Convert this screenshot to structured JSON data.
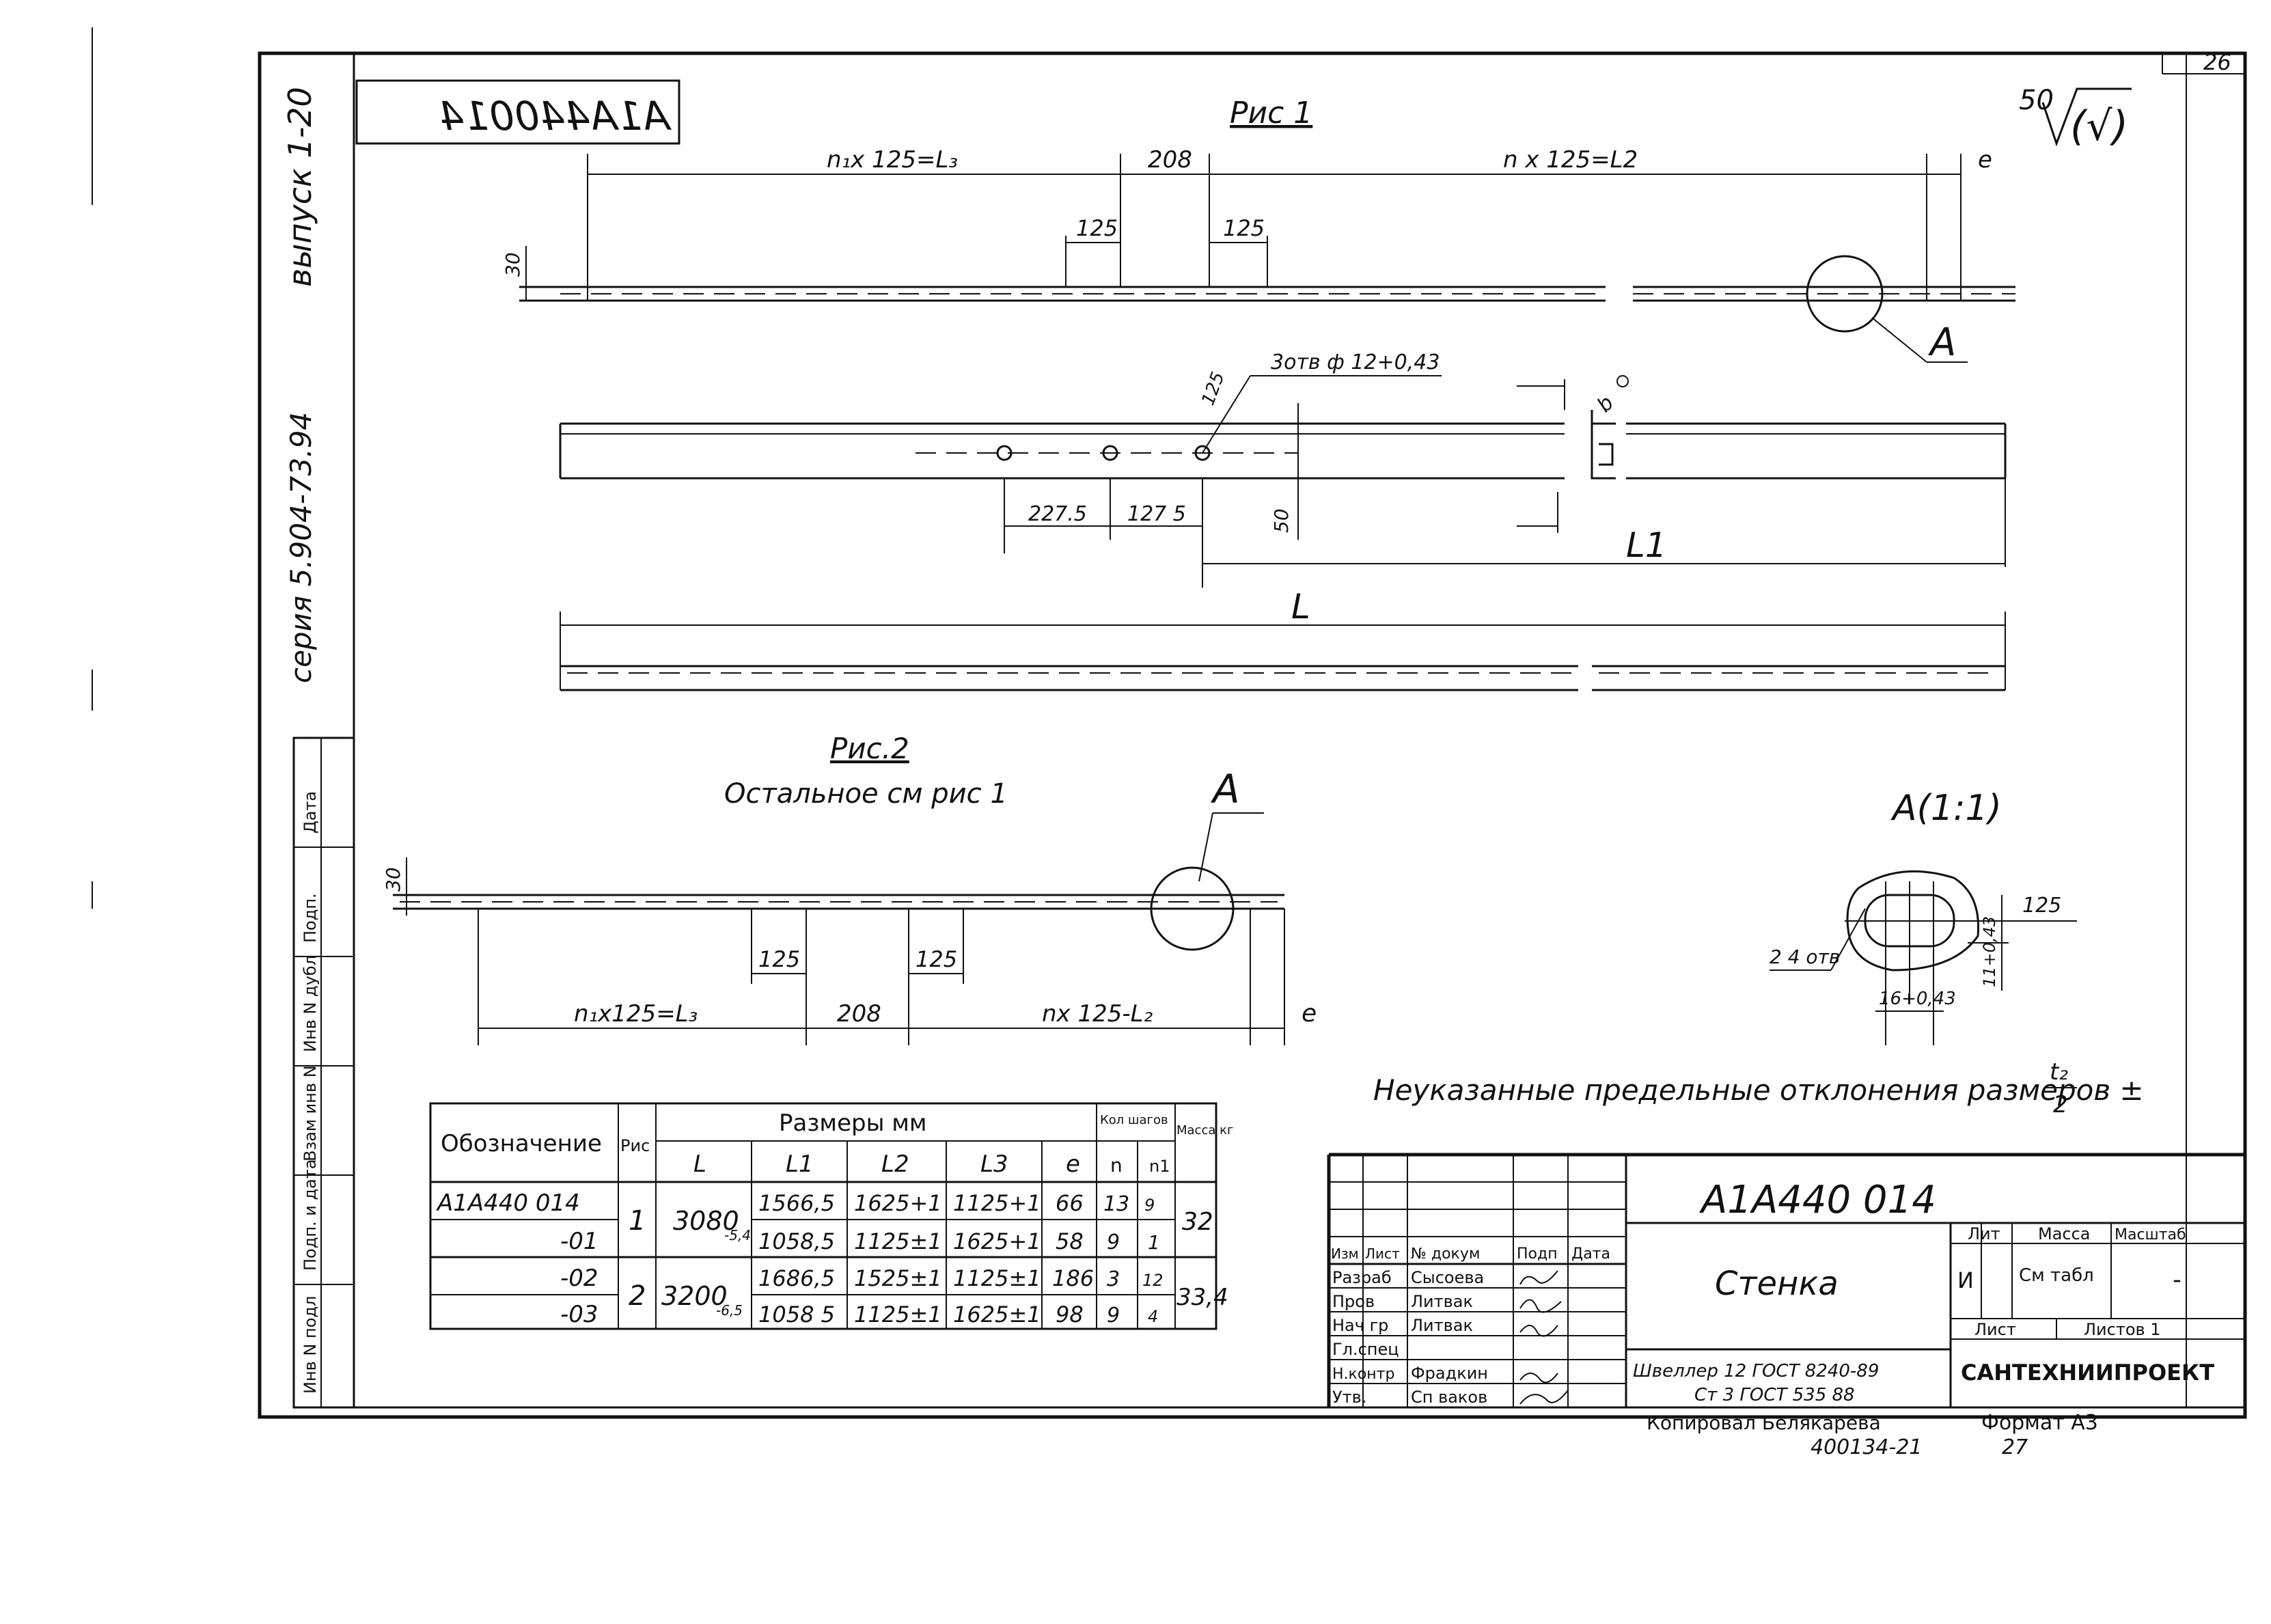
{
  "sheet_number": "26",
  "mirrored_stamp": "A1A440014",
  "roughness": {
    "value": "50",
    "extra": "(√)"
  },
  "side_margin": {
    "issue": "выпуск 1-20",
    "series": "серия 5.904-73.94",
    "fields": [
      "Инв N подл",
      "Подп. и дата",
      "Взам инв N",
      "Инв N дубл",
      "Подп.",
      "Дата"
    ]
  },
  "fig1": {
    "title": "Рис 1",
    "dims": {
      "n1_l3": "n₁x 125=L₃",
      "d208": "208",
      "n_l2": "n x 125=L2",
      "e": "e",
      "d125_a": "125",
      "d125_b": "125",
      "d30": "30",
      "holes": "3отв ф 12+0,43",
      "d125_c": "125",
      "d50": "50",
      "d2275": "227.5",
      "d1275": "127 5",
      "b": "b",
      "L1": "L1",
      "L": "L"
    },
    "callout": "A"
  },
  "fig2": {
    "title": "Рис.2",
    "subtitle": "Остальное см рис 1",
    "callout": "A",
    "dims": {
      "d30": "30",
      "d125_a": "125",
      "d125_b": "125",
      "n1_l3": "n₁x125=L₃",
      "d208": "208",
      "n_l2": "nx 125-L₂",
      "e": "e"
    }
  },
  "detail": {
    "title": "А(1:1)",
    "holes": "2 4 отв",
    "d125": "125",
    "d16": "16+0,43",
    "d11": "11+0,43"
  },
  "note": "Неуказанные предельные отклонения размеров ±",
  "note_frac": {
    "num": "t₂",
    "den": "2"
  },
  "table": {
    "h_designation": "Обозначение",
    "h_fig": "Рис",
    "h_dims": "Размеры мм",
    "h_steps": "Кол шагов",
    "h_mass": "Масса кг",
    "sub": [
      "L",
      "L1",
      "L2",
      "L3",
      "e",
      "n",
      "n1"
    ],
    "rows": [
      {
        "des": "A1A440 014",
        "fig": "1",
        "L": "3080",
        "L_tol": "-5,4",
        "L1": "1566,5",
        "L2": "1625+1",
        "L3": "1125+1",
        "e": "66",
        "n": "13",
        "n1": "9",
        "mass": "32"
      },
      {
        "des": "-01",
        "L1": "1058,5",
        "L2": "1125±1",
        "L3": "1625+1",
        "e": "58",
        "n": "9",
        "n1": "1"
      },
      {
        "des": "-02",
        "fig": "2",
        "L": "3200",
        "L_tol": "-6,5",
        "L1": "1686,5",
        "L2": "1525±1",
        "L3": "1125±1",
        "e": "186",
        "n": "3",
        "n1": "12",
        "mass": "33,4"
      },
      {
        "des": "-03",
        "L1": "1058 5",
        "L2": "1125±1",
        "L3": "1625±1",
        "e": "98",
        "n": "9",
        "n1": "4"
      }
    ]
  },
  "title_block": {
    "code": "A1A440 014",
    "name": "Стенка",
    "h_izm": "Изм",
    "h_list": "Лист",
    "h_doc": "№ докум",
    "h_sign": "Подп",
    "h_date": "Дата",
    "roles": [
      {
        "role": "Разраб",
        "person": "Сысоева"
      },
      {
        "role": "Пров",
        "person": "Литвак"
      },
      {
        "role": "Нач гр",
        "person": "Литвак"
      },
      {
        "role": "Гл.спец",
        "person": ""
      },
      {
        "role": "Н.контр",
        "person": "Фрадкин"
      },
      {
        "role": "Утв.",
        "person": "Сп ваков"
      }
    ],
    "lit_label": "Лит",
    "lit_value": "И",
    "mass_label": "Масса",
    "mass_value": "См табл",
    "scale_label": "Масштаб",
    "scale_value": "-",
    "sheet_label": "Лист",
    "sheets_label": "Листов 1",
    "material_top": "Швеллер 12 ГОСТ 8240-89",
    "material_bottom": "Ст 3 ГОСТ 535 88",
    "org": "САНТЕХНИИПРОЕКТ"
  },
  "bottom": {
    "copied": "Копировал Белякарева",
    "format": "Формат А3",
    "inv": "400134-21",
    "page": "27"
  }
}
